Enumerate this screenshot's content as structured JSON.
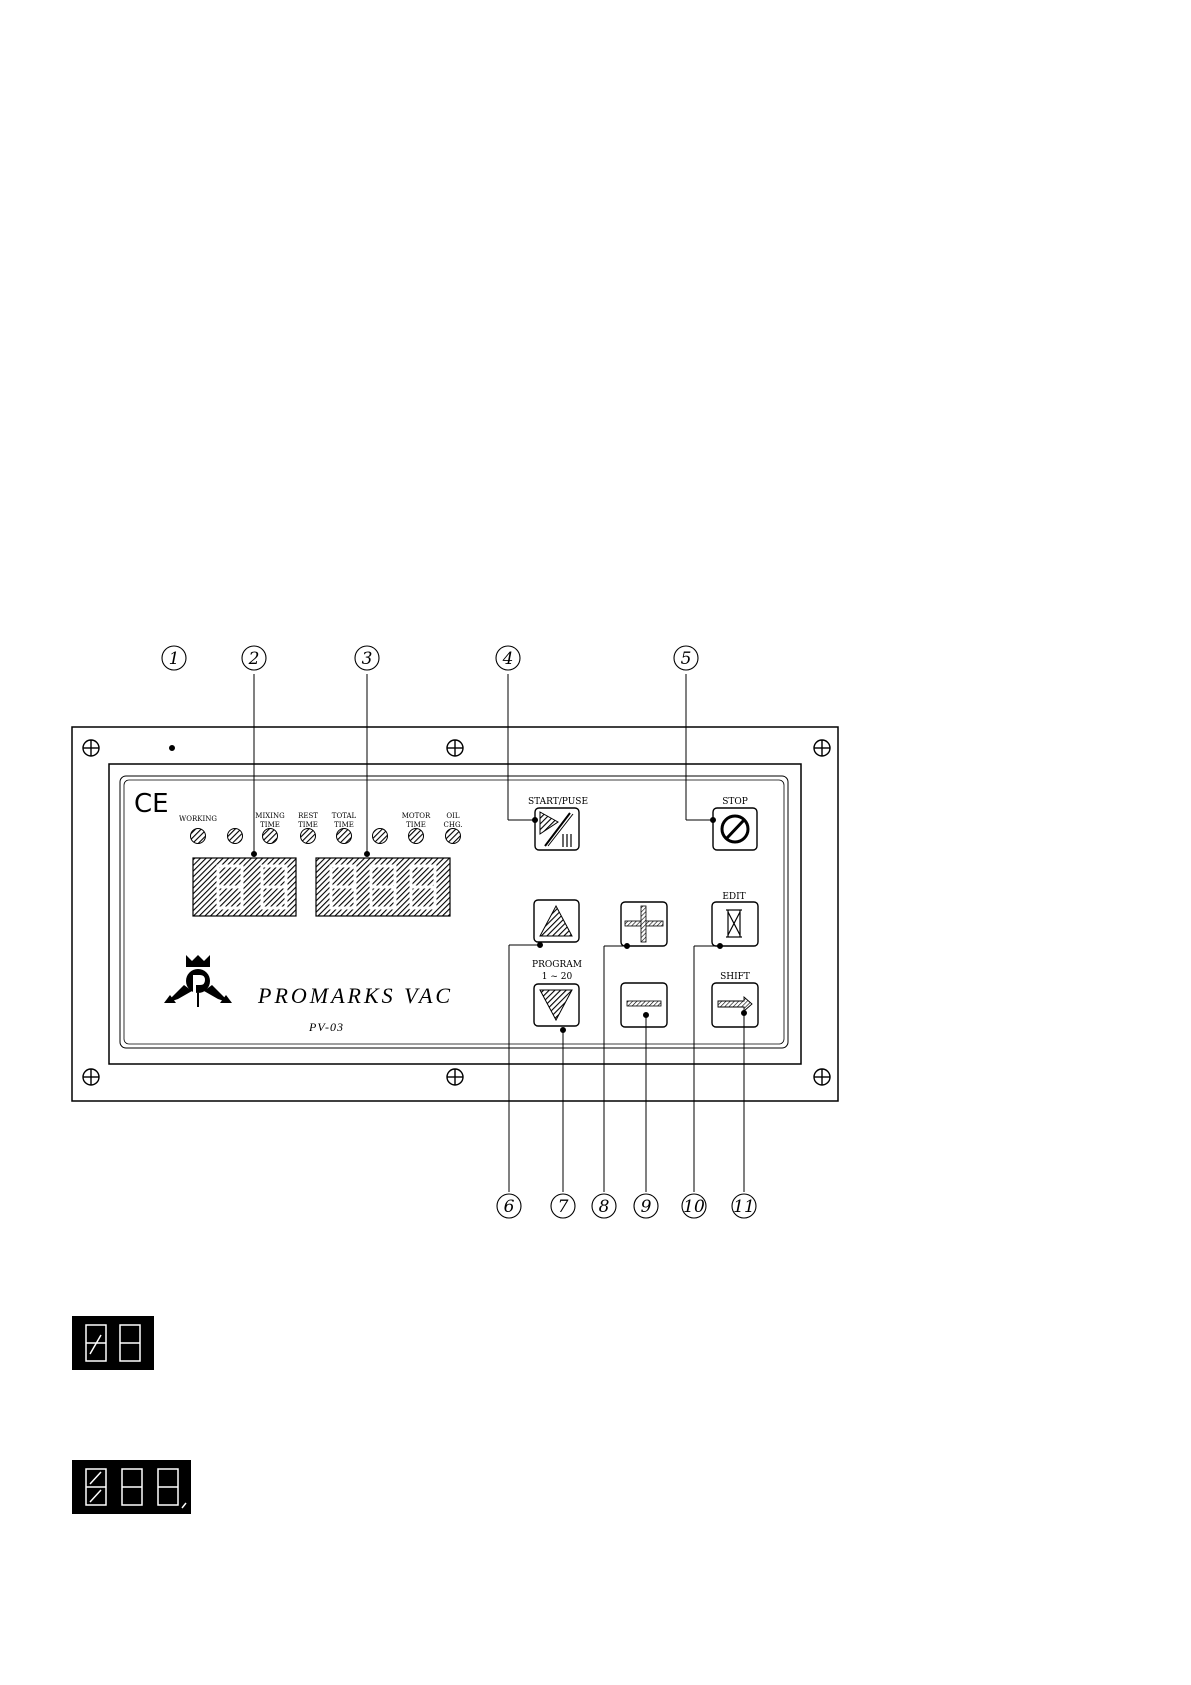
{
  "panel": {
    "ce_mark": "CE",
    "brand_name": "PROMARKS VAC",
    "model": "PV-03",
    "indicators": [
      {
        "line1": "WORKING",
        "line2": ""
      },
      {
        "line1": "",
        "line2": ""
      },
      {
        "line1": "MIXING",
        "line2": "TIME"
      },
      {
        "line1": "REST",
        "line2": "TIME"
      },
      {
        "line1": "TOTAL",
        "line2": "TIME"
      },
      {
        "line1": "",
        "line2": ""
      },
      {
        "line1": "MOTOR",
        "line2": "TIME"
      },
      {
        "line1": "OIL",
        "line2": "CHG."
      }
    ],
    "buttons": {
      "start_pause_label": "START/PUSE",
      "stop_label": "STOP",
      "program_label": "PROGRAM",
      "program_range": "1 ~ 20",
      "edit_label": "EDIT",
      "shift_label": "SHIFT"
    },
    "displays": {
      "left_digits": 2,
      "right_digits": 3
    }
  },
  "callouts": [
    "1",
    "2",
    "3",
    "4",
    "5",
    "6",
    "7",
    "8",
    "9",
    "10",
    "11"
  ],
  "legend_displays": {
    "small_digits": 2,
    "large_digits": 3
  }
}
